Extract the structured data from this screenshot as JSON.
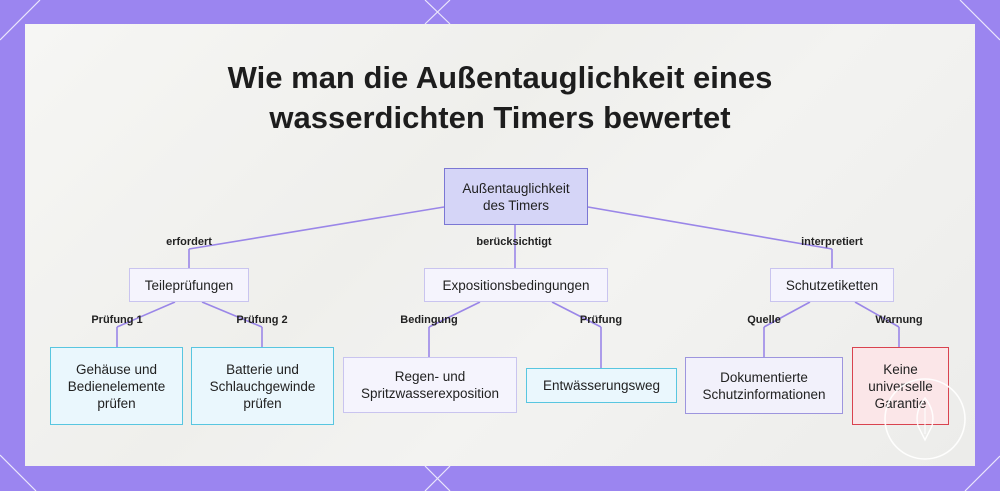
{
  "title": {
    "line1": "Wie man die Außentauglichkeit eines",
    "line2": "wasserdichten Timers bewertet"
  },
  "nodes": {
    "root": "Außentauglichkeit des Timers",
    "teilpruefungen": "Teileprüfungen",
    "exposition": "Expositionsbedingungen",
    "schutzetiketten": "Schutzetiketten",
    "gehaeuse": "Gehäuse und Bedienelemente prüfen",
    "batterie": "Batterie und Schlauchgewinde prüfen",
    "regen": "Regen- und Spritzwasserexposition",
    "entwaesserung": "Entwässerungsweg",
    "dokumentierte": "Dokumentierte Schutzinformationen",
    "keine_garantie": "Keine universelle Garantie"
  },
  "edge_labels": {
    "erfordert": "erfordert",
    "beruecksichtigt": "berücksichtigt",
    "interpretiert": "interpretiert",
    "pruefung1": "Prüfung 1",
    "pruefung2": "Prüfung 2",
    "bedingung": "Bedingung",
    "pruefung": "Prüfung",
    "quelle": "Quelle",
    "warnung": "Warnung"
  },
  "colors": {
    "edge": "#9a86e8",
    "frame": "#9b85f0"
  }
}
